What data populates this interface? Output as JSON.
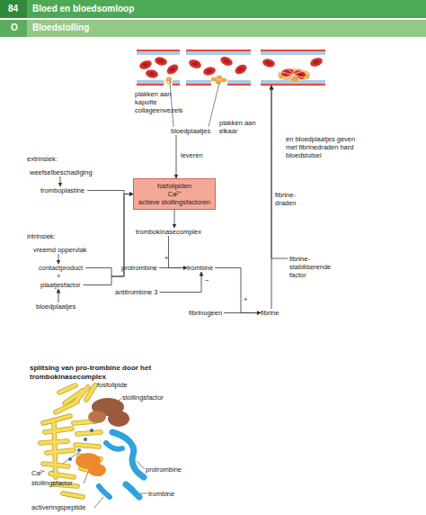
{
  "diagram": {
    "title": "Bloedstolling",
    "nodes": [
      {
        "text": [
          "en bloedplaatjes geven met fibrinedraden hard bloedstolsel"
        ]
      },
      {
        "text": [
          "bloedplaatjes"
        ]
      },
      {
        "text": [
          "weefselbeschadiging"
        ]
      },
      {
        "text": [
          "tromboplastine"
        ]
      },
      {
        "text": [
          "fosfolipiden",
          "Ca²⁺",
          "actieve stollingsfactoren"
        ]
      },
      {
        "text": [
          "trombokinasecomplex"
        ]
      },
      {
        "text": [
          "vreemd oppervlak"
        ]
      },
      {
        "text": [
          "contactproduct"
        ]
      },
      {
        "text": [
          "protrombine"
        ]
      },
      {
        "text": [
          "trombine"
        ]
      },
      {
        "text": [
          "fibrine- stabiliserende factor"
        ]
      },
      {
        "text": [
          "plaatjesfactor"
        ]
      },
      {
        "text": [
          "antitrombine 3"
        ]
      },
      {
        "text": [
          "fibrinogeen"
        ]
      },
      {
        "text": [
          "fibrine"
        ]
      },
      {
        "text": [
          "bloedplaatjes"
        ]
      }
    ],
    "edges": [
      {
        "from": 1,
        "to": 4,
        "arrow": "to",
        "label": "leveren"
      },
      {
        "from": 2,
        "to": 3,
        "arrow": "to"
      },
      {
        "from": 3,
        "to": 4,
        "arrow": "to"
      },
      {
        "from": 7,
        "to": 4,
        "arrow": "to"
      },
      {
        "from": 11,
        "to": 4,
        "arrow": "to"
      },
      {
        "from": 6,
        "to": 7,
        "arrow": "to"
      },
      {
        "from": 15,
        "to": 11,
        "arrow": "to"
      },
      {
        "from": 4,
        "to": 5,
        "arrow": "to"
      },
      {
        "from": 5,
        "to": 9,
        "arrow": "to",
        "label": "+"
      },
      {
        "from": 8,
        "to": 9,
        "arrow": "to"
      },
      {
        "from": 12,
        "to": 9,
        "arrow": "to",
        "label": "−"
      },
      {
        "from": 9,
        "to": 14,
        "arrow": "to",
        "label": "+"
      },
      {
        "from": 13,
        "to": 14,
        "arrow": "to"
      },
      {
        "from": 14,
        "to": 0,
        "arrow": "to",
        "label": "fibrine- draden"
      },
      {
        "from": 10,
        "to": 0,
        "arrow": "to"
      }
    ],
    "labels": [
      "84",
      "Bloed en bloedsomloop",
      "O",
      "plakken aan kapotte collageenvezels",
      "plakken aan elkaar",
      "extrinsiek:",
      "intrinsiek:",
      "+",
      "splitsing van pro-trombine door het trombokinasecomplex",
      "fosfolipide",
      "stollingsfactor",
      "Ca²⁺",
      "stollingsfactor",
      "protrombine",
      "trombine",
      "activeringspeptide"
    ]
  }
}
